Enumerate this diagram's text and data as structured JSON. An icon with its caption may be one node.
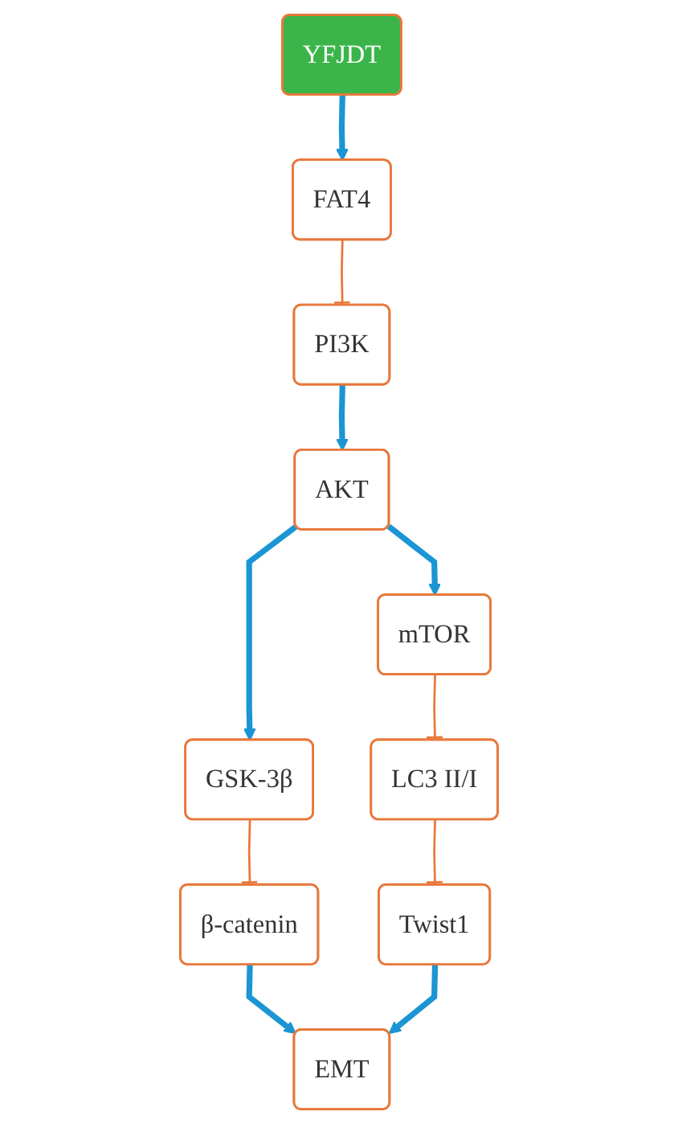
{
  "diagram": {
    "nodes": [
      {
        "text": [
          "YFJDT"
        ]
      },
      {
        "text": [
          "FAT4"
        ]
      },
      {
        "text": [
          "PI3K"
        ]
      },
      {
        "text": [
          "AKT"
        ]
      },
      {
        "text": [
          "mTOR"
        ]
      },
      {
        "text": [
          "GSK-3β"
        ]
      },
      {
        "text": [
          "β-catenin"
        ]
      },
      {
        "text": [
          "LC3 II/I"
        ]
      },
      {
        "text": [
          "Twist1"
        ]
      },
      {
        "text": [
          "EMT"
        ]
      }
    ],
    "edges": [
      {
        "from": 0,
        "to": 1,
        "arrow": "to"
      },
      {
        "from": 1,
        "to": 2,
        "arrow": "other",
        "color": "#e8773a"
      },
      {
        "from": 2,
        "to": 3,
        "arrow": "to"
      },
      {
        "from": 3,
        "to": 4,
        "arrow": "to"
      },
      {
        "from": 3,
        "to": 5,
        "arrow": "to"
      },
      {
        "from": 4,
        "to": 7,
        "arrow": "other",
        "color": "#e8773a"
      },
      {
        "from": 5,
        "to": 6,
        "arrow": "other",
        "color": "#e8773a"
      },
      {
        "from": 6,
        "to": 9,
        "arrow": "to"
      },
      {
        "from": 7,
        "to": 8,
        "arrow": "other",
        "color": "#e8773a"
      },
      {
        "from": 8,
        "to": 9,
        "arrow": "to"
      }
    ]
  }
}
